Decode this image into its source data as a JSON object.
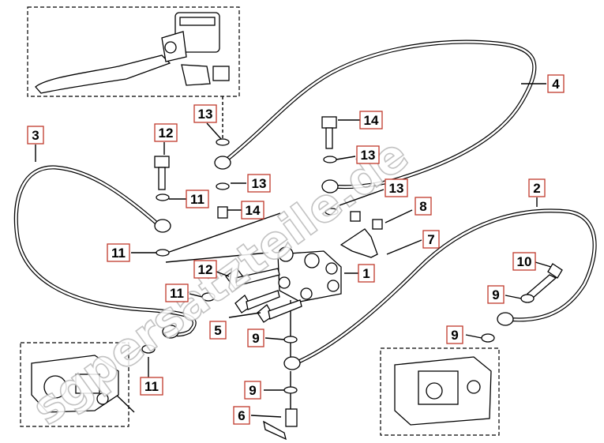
{
  "watermark": "sgpersatzteile.de",
  "callouts": [
    {
      "id": "c1",
      "text": "1"
    },
    {
      "id": "c2",
      "text": "2"
    },
    {
      "id": "c3",
      "text": "3"
    },
    {
      "id": "c4",
      "text": "4"
    },
    {
      "id": "c5",
      "text": "5"
    },
    {
      "id": "c6",
      "text": "6"
    },
    {
      "id": "c7",
      "text": "7"
    },
    {
      "id": "c8",
      "text": "8"
    },
    {
      "id": "c9a",
      "text": "9"
    },
    {
      "id": "c9b",
      "text": "9"
    },
    {
      "id": "c9c",
      "text": "9"
    },
    {
      "id": "c9d",
      "text": "9"
    },
    {
      "id": "c10",
      "text": "10"
    },
    {
      "id": "c11a",
      "text": "11"
    },
    {
      "id": "c11b",
      "text": "11"
    },
    {
      "id": "c11c",
      "text": "11"
    },
    {
      "id": "c11d",
      "text": "11"
    },
    {
      "id": "c12a",
      "text": "12"
    },
    {
      "id": "c12b",
      "text": "12"
    },
    {
      "id": "c13a",
      "text": "13"
    },
    {
      "id": "c13b",
      "text": "13"
    },
    {
      "id": "c13c",
      "text": "13"
    },
    {
      "id": "c13d",
      "text": "13"
    },
    {
      "id": "c14a",
      "text": "14"
    },
    {
      "id": "c14b",
      "text": "14"
    }
  ],
  "colors": {
    "label_border": "#c0392b",
    "line": "#000000",
    "watermark_stroke": "#b8b8b8"
  }
}
